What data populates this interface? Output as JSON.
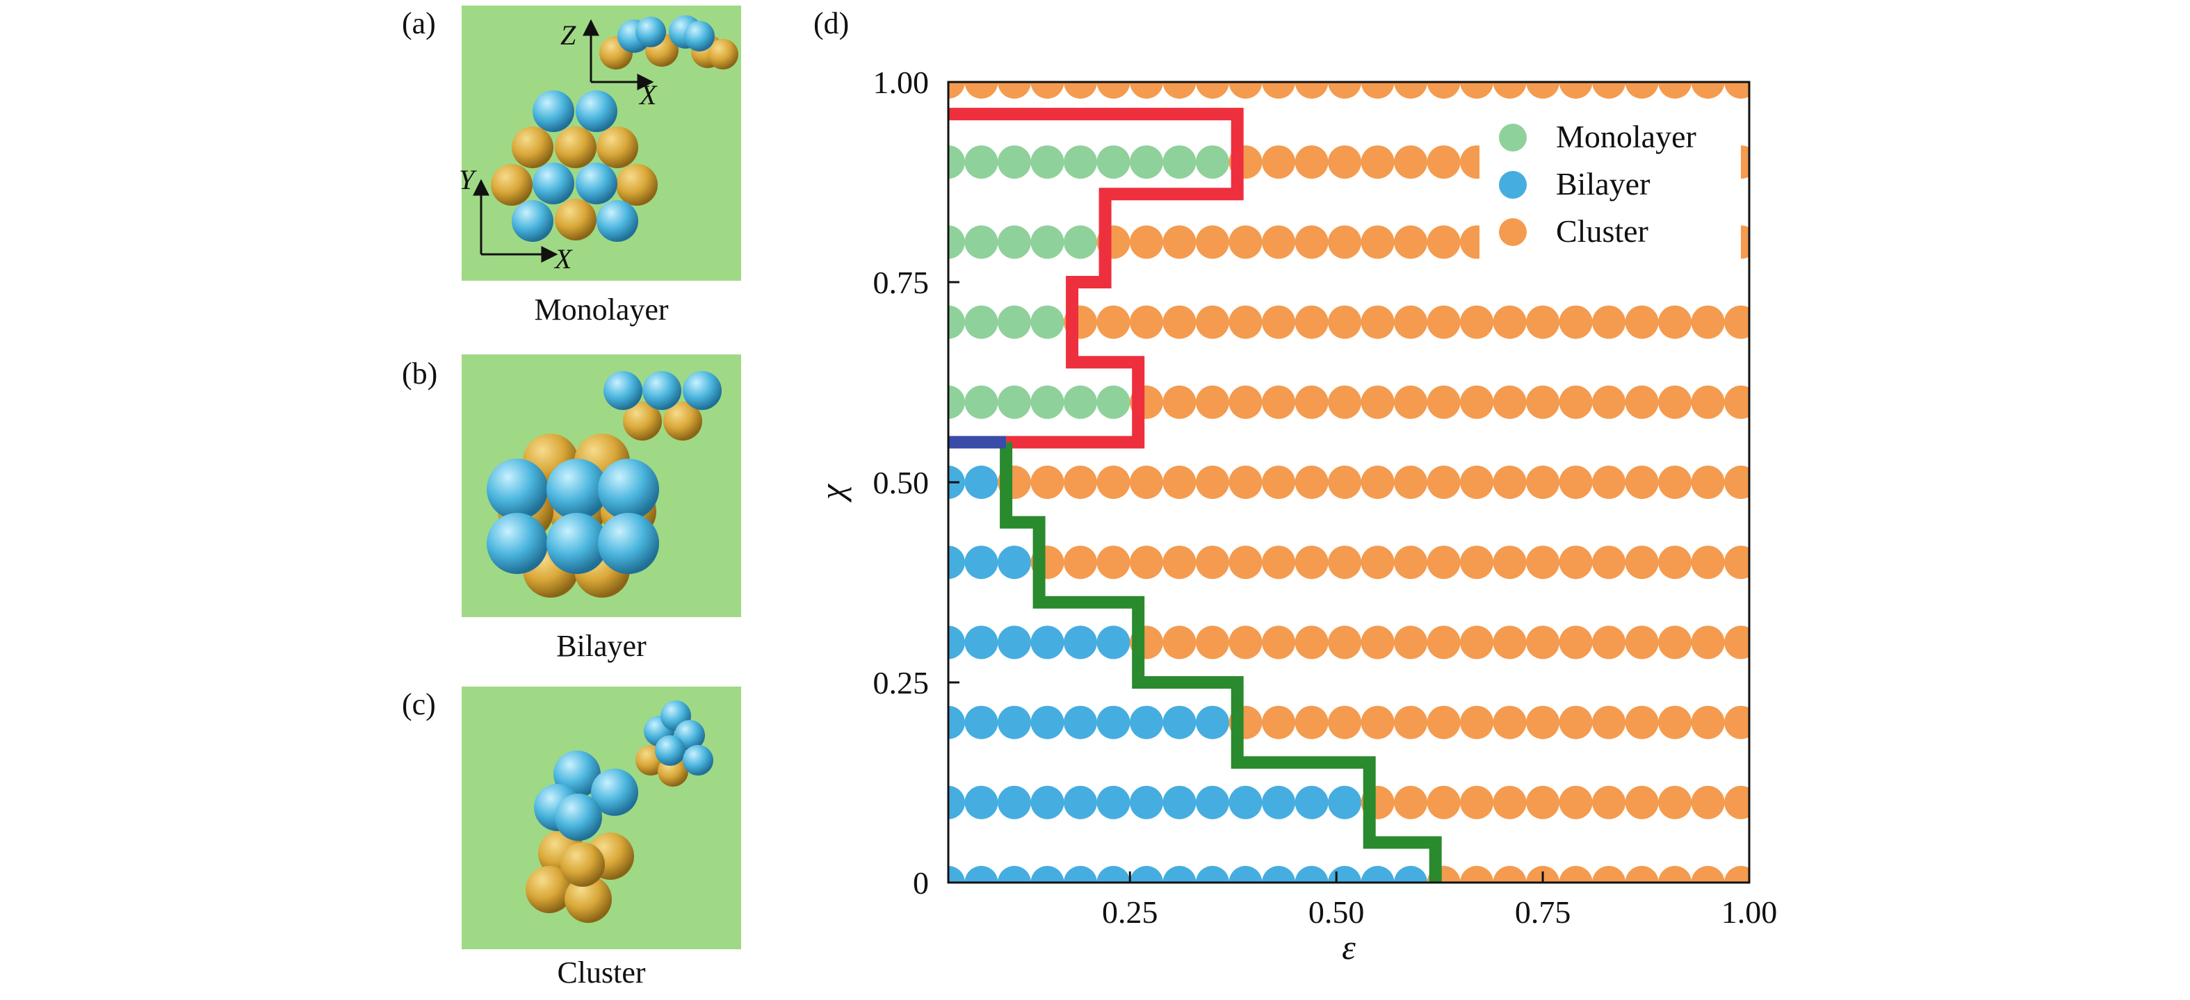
{
  "panels": {
    "a": {
      "label": "(a)",
      "caption": "Monolayer",
      "axes": {
        "top_vertical": "Z",
        "top_horizontal": "X",
        "main_vertical": "Y",
        "main_horizontal": "X"
      }
    },
    "b": {
      "label": "(b)",
      "caption": "Bilayer"
    },
    "c": {
      "label": "(c)",
      "caption": "Cluster"
    },
    "d": {
      "label": "(d)"
    }
  },
  "colors": {
    "snapshot_background": "#9fd985",
    "gold_sphere": "#d9a738",
    "cyan_sphere": "#4cb6de",
    "monolayer": "#8fd19a",
    "bilayer": "#46ade0",
    "cluster": "#f49b4f",
    "boundary_monolayer": "#ee2f3d",
    "boundary_bilayer": "#2a8a2e",
    "boundary_triple": "#3a4ca8"
  },
  "chart_data": {
    "type": "scatter",
    "xlabel": "ε",
    "ylabel": "χ",
    "xlim": [
      0.03,
      1.0
    ],
    "ylim": [
      0,
      1.0
    ],
    "xticks": [
      0.25,
      0.5,
      0.75,
      1.0
    ],
    "xtick_labels": [
      "0.25",
      "0.50",
      "0.75",
      "1.00"
    ],
    "yticks": [
      0,
      0.25,
      0.5,
      0.75,
      1.0
    ],
    "ytick_labels": [
      "0",
      "0.25",
      "0.50",
      "0.75",
      "1.00"
    ],
    "grid": false,
    "legend_position": "top-right",
    "x_samples": {
      "start": 0.03,
      "end": 1.0,
      "step": 0.04
    },
    "rows": [
      {
        "chi": 1.0,
        "monolayer_upto": 0,
        "bilayer_upto": 0
      },
      {
        "chi": 0.9,
        "monolayer_upto": 0.38,
        "bilayer_upto": 0
      },
      {
        "chi": 0.8,
        "monolayer_upto": 0.22,
        "bilayer_upto": 0
      },
      {
        "chi": 0.7,
        "monolayer_upto": 0.18,
        "bilayer_upto": 0
      },
      {
        "chi": 0.6,
        "monolayer_upto": 0.26,
        "bilayer_upto": 0
      },
      {
        "chi": 0.5,
        "monolayer_upto": 0,
        "bilayer_upto": 0.1
      },
      {
        "chi": 0.4,
        "monolayer_upto": 0,
        "bilayer_upto": 0.14
      },
      {
        "chi": 0.3,
        "monolayer_upto": 0,
        "bilayer_upto": 0.26
      },
      {
        "chi": 0.2,
        "monolayer_upto": 0,
        "bilayer_upto": 0.38
      },
      {
        "chi": 0.1,
        "monolayer_upto": 0,
        "bilayer_upto": 0.54
      },
      {
        "chi": 0.0,
        "monolayer_upto": 0,
        "bilayer_upto": 0.62
      }
    ],
    "series": [
      {
        "name": "Monolayer",
        "color": "#8fd19a"
      },
      {
        "name": "Bilayer",
        "color": "#46ade0"
      },
      {
        "name": "Cluster",
        "color": "#f49b4f"
      }
    ],
    "boundaries": [
      {
        "name": "monolayer-cluster",
        "color": "#ee2f3d",
        "points": [
          [
            0.03,
            0.96
          ],
          [
            0.38,
            0.96
          ],
          [
            0.38,
            0.86
          ],
          [
            0.22,
            0.86
          ],
          [
            0.22,
            0.75
          ],
          [
            0.18,
            0.75
          ],
          [
            0.18,
            0.65
          ],
          [
            0.26,
            0.65
          ],
          [
            0.26,
            0.55
          ],
          [
            0.1,
            0.55
          ]
        ]
      },
      {
        "name": "bilayer-cluster",
        "color": "#2a8a2e",
        "points": [
          [
            0.1,
            0.55
          ],
          [
            0.1,
            0.45
          ],
          [
            0.14,
            0.45
          ],
          [
            0.14,
            0.35
          ],
          [
            0.26,
            0.35
          ],
          [
            0.26,
            0.25
          ],
          [
            0.38,
            0.25
          ],
          [
            0.38,
            0.15
          ],
          [
            0.54,
            0.15
          ],
          [
            0.54,
            0.05
          ],
          [
            0.62,
            0.05
          ],
          [
            0.62,
            0.0
          ]
        ]
      },
      {
        "name": "monolayer-bilayer",
        "color": "#3a4ca8",
        "points": [
          [
            0.03,
            0.55
          ],
          [
            0.1,
            0.55
          ]
        ]
      }
    ]
  }
}
